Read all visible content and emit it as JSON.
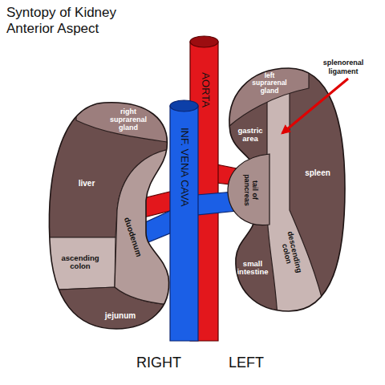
{
  "diagram": {
    "title": "Syntopy of Kidney Anterior Aspect",
    "nodes": [
      {
        "text": [
          "right suprarenal gland"
        ]
      },
      {
        "text": [
          "liver"
        ]
      },
      {
        "text": [
          "duodenum"
        ]
      },
      {
        "text": [
          "ascending colon"
        ]
      },
      {
        "text": [
          "jejunum"
        ]
      },
      {
        "text": [
          "INF. VENA CAVA"
        ]
      },
      {
        "text": [
          "AORTA"
        ]
      },
      {
        "text": [
          "left suprarenal gland"
        ]
      },
      {
        "text": [
          "gastric area"
        ]
      },
      {
        "text": [
          "spleen"
        ]
      },
      {
        "text": [
          "tail of pancreas"
        ]
      },
      {
        "text": [
          "descending colon"
        ]
      },
      {
        "text": [
          "small intestine"
        ]
      }
    ],
    "labels": [
      "splenorenal ligament",
      "RIGHT",
      "LEFT"
    ]
  }
}
